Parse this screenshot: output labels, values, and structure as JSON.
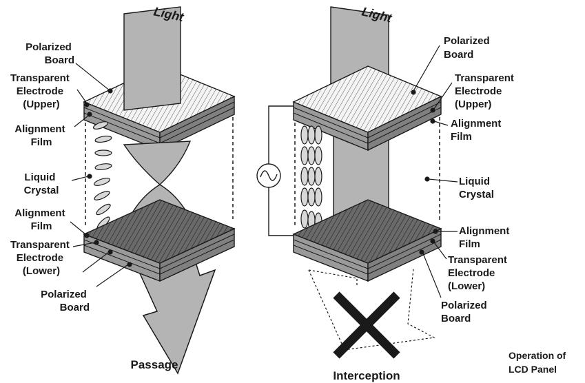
{
  "left": {
    "light": "Light",
    "polarized_upper": [
      "Polarized",
      "Board"
    ],
    "electrode_upper": [
      "Transparent",
      "Electrode",
      "(Upper)"
    ],
    "alignment_upper": [
      "Alignment",
      "Film"
    ],
    "liquid_crystal": [
      "Liquid",
      "Crystal"
    ],
    "alignment_lower": [
      "Alignment",
      "Film"
    ],
    "electrode_lower": [
      "Transparent",
      "Electrode",
      "(Lower)"
    ],
    "polarized_lower": [
      "Polarized",
      "Board"
    ],
    "result": "Passage"
  },
  "right": {
    "light": "Light",
    "polarized_upper": [
      "Polarized",
      "Board"
    ],
    "electrode_upper": [
      "Transparent",
      "Electrode",
      "(Upper)"
    ],
    "alignment_upper": [
      "Alignment",
      "Film"
    ],
    "liquid_crystal": [
      "Liquid",
      "Crystal"
    ],
    "alignment_lower": [
      "Alignment",
      "Film"
    ],
    "electrode_lower": [
      "Transparent",
      "Electrode",
      "(Lower)"
    ],
    "polarized_lower": [
      "Polarized",
      "Board"
    ],
    "result": "Interception"
  },
  "caption": [
    "Operation of",
    "LCD Panel"
  ],
  "colors": {
    "ink": "#1a1a1a",
    "light_fill": "#b4b4b4",
    "dark_panel": "#5a5a5a",
    "crystal": "#d8d8d8"
  }
}
